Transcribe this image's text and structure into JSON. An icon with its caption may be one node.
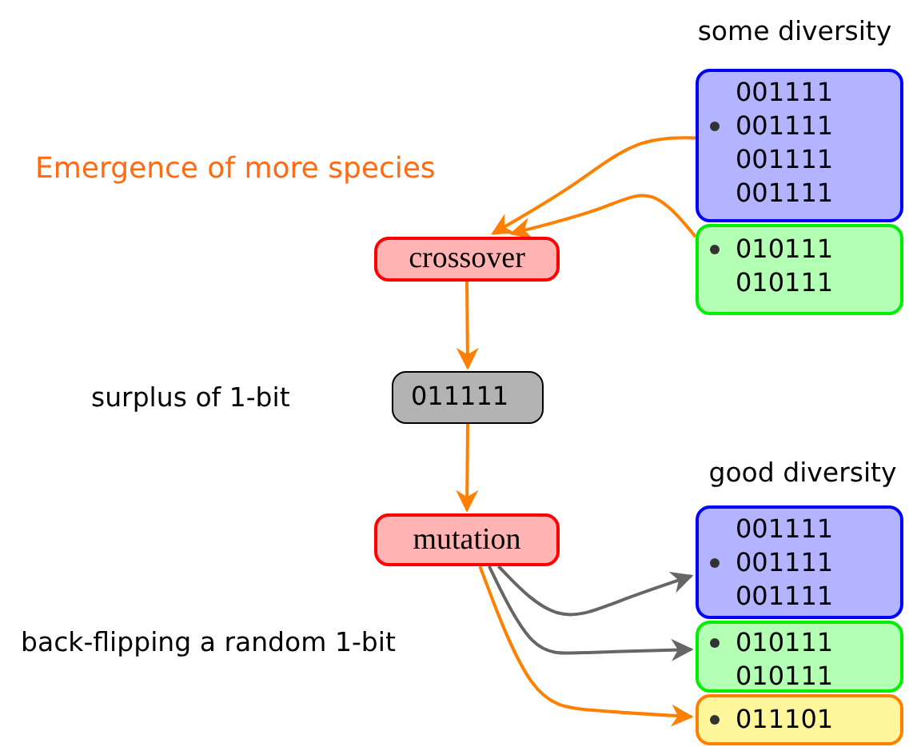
{
  "diagram": {
    "nodes": [
      {
        "text": [
          "some diversity",
          "001111 001111 001111 001111"
        ]
      },
      {
        "text": [
          "010111 010111"
        ]
      },
      {
        "text": [
          "crossover"
        ],
        "beside": [
          "Emergence of more species"
        ]
      },
      {
        "text": [
          "011111"
        ],
        "beside": [
          "surplus of 1-bit"
        ]
      },
      {
        "text": [
          "mutation"
        ],
        "beside": [
          "back-flipping a random 1-bit"
        ]
      },
      {
        "text": [
          "good diversity",
          "001111 001111 001111"
        ]
      },
      {
        "text": [
          "010111 010111"
        ]
      },
      {
        "text": [
          "011101"
        ]
      }
    ],
    "edges": [
      {
        "from": 0,
        "to": 2,
        "arrow": "to"
      },
      {
        "from": 1,
        "to": 2,
        "arrow": "to"
      },
      {
        "from": 2,
        "to": 3,
        "arrow": "to"
      },
      {
        "from": 3,
        "to": 4,
        "arrow": "to"
      },
      {
        "from": 4,
        "to": 5,
        "arrow": "to",
        "color": "#666666"
      },
      {
        "from": 4,
        "to": 6,
        "arrow": "to",
        "color": "#666666"
      },
      {
        "from": 4,
        "to": 7,
        "arrow": "to"
      }
    ]
  }
}
